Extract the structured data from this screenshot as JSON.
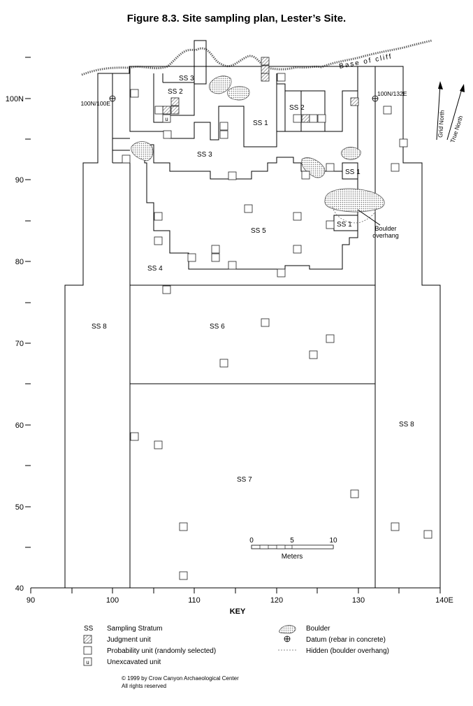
{
  "title": "Figure 8.3.  Site sampling plan, Lester’s Site.",
  "cliff_label": "Base of cliff",
  "datum_labels": [
    "100N/100E",
    "100N/132E"
  ],
  "north_labels": {
    "grid": "Grid North",
    "true": "True North"
  },
  "y_ticks": [
    "100N",
    "90",
    "80",
    "70",
    "60",
    "50",
    "40"
  ],
  "x_ticks": [
    "90",
    "100",
    "110",
    "120",
    "130",
    "140E"
  ],
  "strata": [
    "SS 3",
    "SS 2",
    "SS 2",
    "SS 1",
    "SS 3",
    "SS 1",
    "SS 1",
    "SS 5",
    "SS 4",
    "SS 8",
    "SS 6",
    "SS 8",
    "SS 7"
  ],
  "unexcavated_mark": "u",
  "boulder_note": "Boulder\noverhang",
  "scale": {
    "ticks": [
      "0",
      "5",
      "10"
    ],
    "unit": "Meters"
  },
  "key": {
    "heading": "KEY",
    "items": [
      {
        "symbol": "SS",
        "label": "Sampling Stratum"
      },
      {
        "symbol": "hatched-square",
        "label": "Judgment unit"
      },
      {
        "symbol": "open-square",
        "label": "Probability unit (randomly selected)"
      },
      {
        "symbol": "u",
        "label": "Unexcavated unit"
      },
      {
        "symbol": "boulder",
        "label": "Boulder"
      },
      {
        "symbol": "datum",
        "label": "Datum (rebar in concrete)"
      },
      {
        "symbol": "dotted-line",
        "label": "Hidden (boulder overhang)"
      }
    ]
  },
  "copyright": [
    "© 1999 by Crow Canyon Archaeological Center",
    "All rights reserved"
  ]
}
